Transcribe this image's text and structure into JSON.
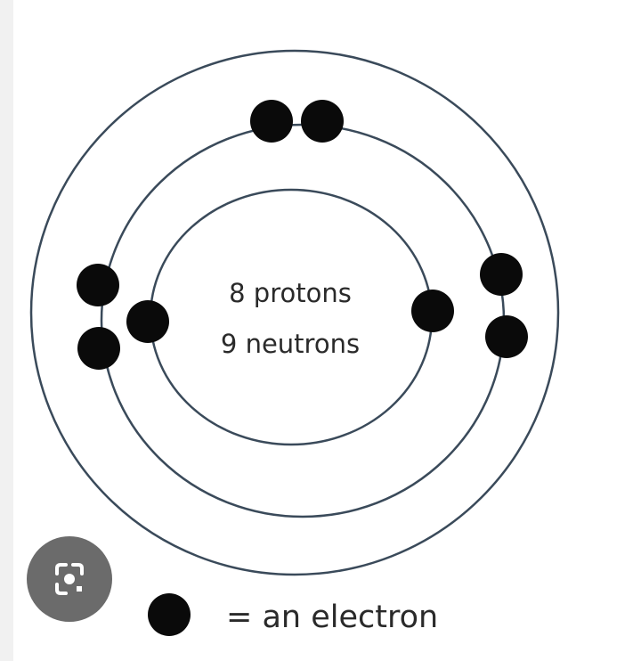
{
  "diagram": {
    "nucleus": {
      "protons_label": "8 protons",
      "neutrons_label": "9 neutrons"
    },
    "shells": [
      {
        "shell": 1,
        "electrons": 2
      },
      {
        "shell": 2,
        "electrons": 6
      }
    ],
    "legend": {
      "label": "= an electron"
    },
    "colors": {
      "electron": "#0a0a0a",
      "orbit": "#3a4a5a"
    }
  },
  "overlay": {
    "lens_button_icon": "lens-search-icon"
  }
}
